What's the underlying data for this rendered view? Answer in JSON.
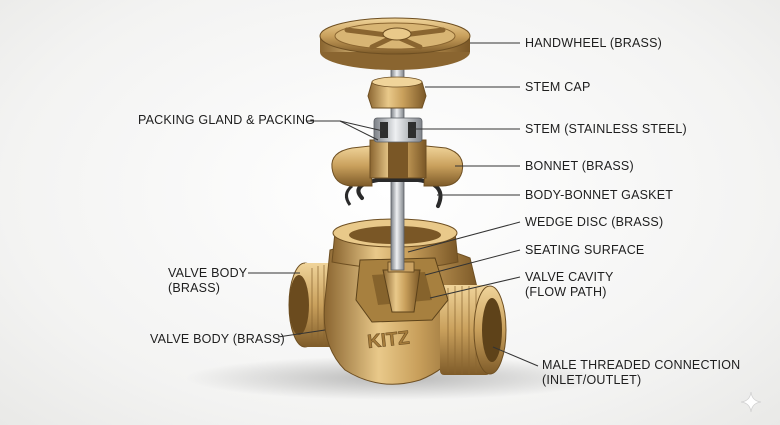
{
  "brand_mark": "KITZ",
  "labels": {
    "handwheel": "HANDWHEEL (BRASS)",
    "stem_cap": "STEM CAP",
    "packing": "PACKING GLAND & PACKING",
    "stem": "STEM (STAINLESS STEEL)",
    "bonnet": "BONNET (BRASS)",
    "gasket": "BODY-BONNET GASKET",
    "wedge_disc": "WEDGE DISC (BRASS)",
    "seating_surface": "SEATING SURFACE",
    "valve_body_1_line1": "VALVE BODY",
    "valve_body_1_line2": "(BRASS)",
    "valve_cavity_line1": "VALVE CAVITY",
    "valve_cavity_line2": "(FLOW PATH)",
    "valve_body_2": "VALVE BODY (BRASS)",
    "connection_line1": "MALE THREADED CONNECTION",
    "connection_line2": "(INLET/OUTLET)"
  },
  "colors": {
    "brass_light": "#e9c98a",
    "brass_mid": "#c9a05c",
    "brass_dark": "#8a6530",
    "steel": "#c9ccd0",
    "gasket": "#2a2a2a",
    "leader": "#333333"
  }
}
